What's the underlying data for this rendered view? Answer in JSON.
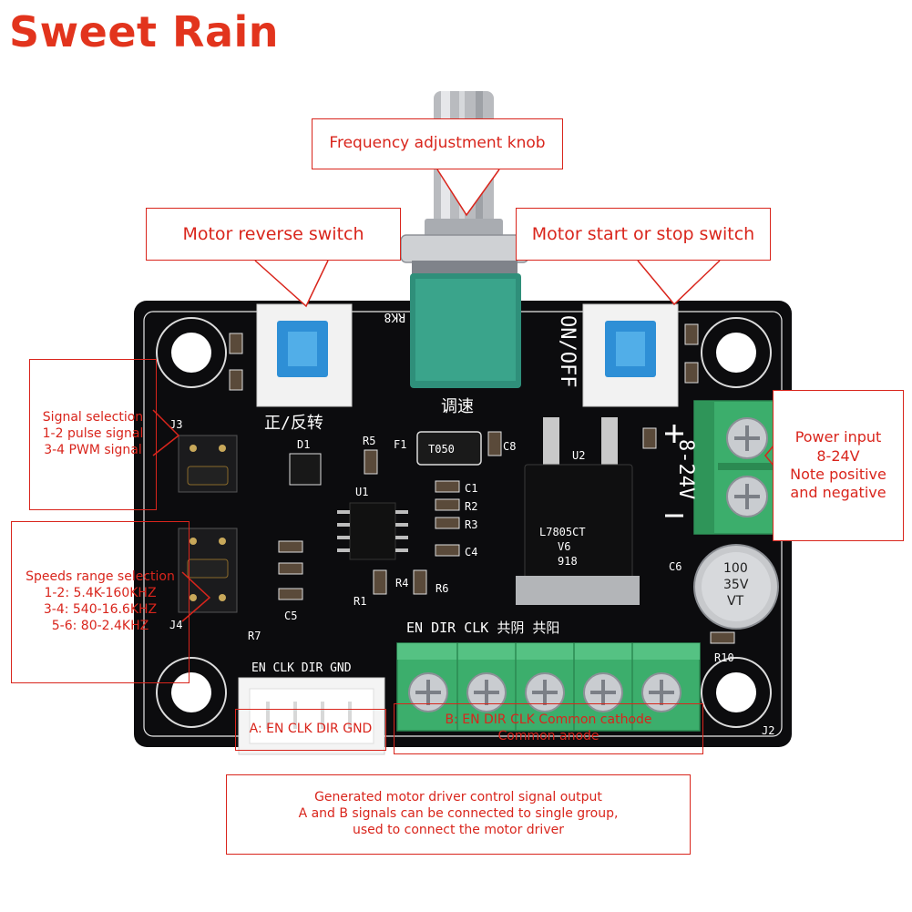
{
  "brand": {
    "name": "Sweet Rain",
    "color": "#e2341d"
  },
  "colors": {
    "accent": "#d9251c",
    "board": "#0c0c0e",
    "terminal": "#3cae6c",
    "switch_button": "#2e8fd6"
  },
  "callouts": {
    "knob": {
      "lines": [
        "Frequency adjustment knob"
      ]
    },
    "reverse": {
      "lines": [
        "Motor reverse switch"
      ]
    },
    "startstop": {
      "lines": [
        "Motor start or stop switch"
      ]
    },
    "signal": {
      "lines": [
        "Signal selection",
        "1-2 pulse signal",
        "3-4 PWM signal"
      ]
    },
    "speed": {
      "lines": [
        "Speeds range selection",
        "1-2: 5.4K-160KHZ",
        "3-4: 540-16.6KHZ",
        "5-6: 80-2.4KHZ"
      ]
    },
    "power": {
      "lines": [
        "Power input",
        "8-24V",
        "Note positive",
        "and negative"
      ]
    },
    "connA": {
      "lines": [
        "A: EN CLK DIR GND"
      ]
    },
    "connB": {
      "lines": [
        "B: EN DIR CLK Common cathode",
        "Common anode"
      ]
    },
    "output": {
      "lines": [
        "Generated motor driver control signal output",
        "A and B signals can be connected to single group,",
        "used to connect the motor driver"
      ]
    }
  },
  "board": {
    "labels": {
      "onoff": "ON/OFF",
      "rk8": "RK8",
      "fwdrev": "正/反转",
      "speed": "调速",
      "power": "8-24V",
      "terminal": "EN  DIR  CLK  共阴  共阳",
      "connector": "EN CLK DIR GND",
      "regulator_line1": "L7805CT",
      "regulator_line2": "V6",
      "regulator_line3": "918",
      "fuse": "T050",
      "capacitor_line1": "100",
      "capacitor_line2": "35V",
      "capacitor_line3": "VT",
      "j3": "J3",
      "j4": "J4",
      "u1": "U1",
      "u2": "U2",
      "r5": "R5",
      "r6": "R6",
      "r4": "R4",
      "r3": "R3",
      "r2": "R2",
      "r1": "R1",
      "r7": "R7",
      "r10": "R10",
      "c1": "C1",
      "c4": "C4",
      "c5": "C5",
      "c6": "C6",
      "c8": "C8",
      "f1": "F1",
      "d1": "D1",
      "j2": "J2"
    }
  }
}
